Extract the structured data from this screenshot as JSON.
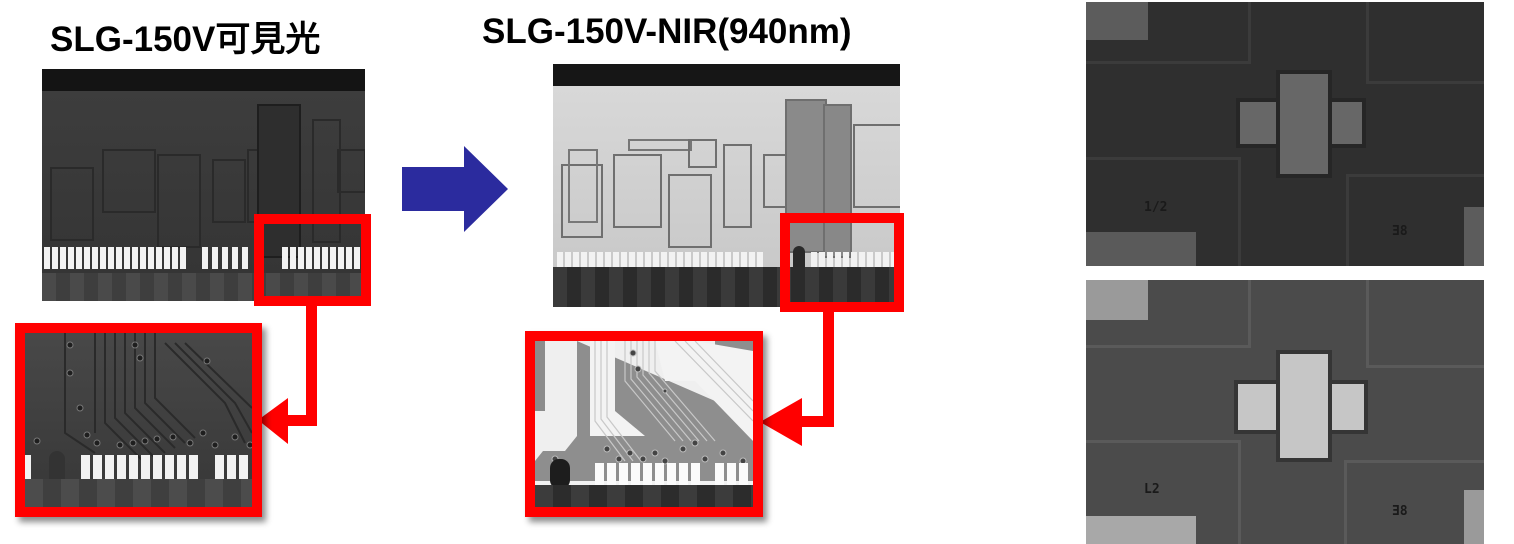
{
  "titles": {
    "visible": "SLG-150V可見光",
    "nir": "SLG-150V-NIR(940nm)"
  },
  "arrow": {
    "color": "#2b2b9e",
    "direction": "right"
  },
  "highlight_color": "#ff0000",
  "panels": {
    "visible_overview": {
      "description": "PCB image under visible light (dark, low contrast)"
    },
    "visible_zoom": {
      "description": "Magnified region of PCB under visible light"
    },
    "nir_overview": {
      "description": "PCB image under 940nm NIR light (bright, high contrast)"
    },
    "nir_zoom": {
      "description": "Magnified region of PCB under NIR light"
    },
    "micro_top": {
      "description": "Chip micrograph with cross fiducial (darker)",
      "labels": [
        "1/2",
        "8E"
      ]
    },
    "micro_bottom": {
      "description": "Chip micrograph with cross fiducial (brighter)",
      "labels": [
        "L2",
        "8E"
      ]
    }
  }
}
